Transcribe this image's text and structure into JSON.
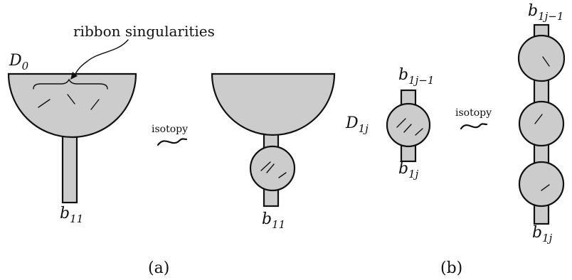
{
  "panel_a": {
    "disk_label_main": "D",
    "disk_label_sub": "0",
    "annotation": "ribbon singularities",
    "band_label_main": "b",
    "band_label_sub": "11",
    "isotopy": "isotopy",
    "result_band_label_main": "b",
    "result_band_label_sub": "11",
    "caption": "(a)"
  },
  "panel_b": {
    "top_band_main": "b",
    "top_band_sub": "1j−1",
    "disk_main": "D",
    "disk_sub": "1j",
    "bottom_band_main": "b",
    "bottom_band_sub": "1j",
    "isotopy": "isotopy",
    "right_top_main": "b",
    "right_top_sub": "1j−1",
    "right_bottom_main": "b",
    "right_bottom_sub": "1j",
    "caption": "(b)"
  },
  "colors": {
    "fill": "#cccccc",
    "stroke": "#111111"
  }
}
